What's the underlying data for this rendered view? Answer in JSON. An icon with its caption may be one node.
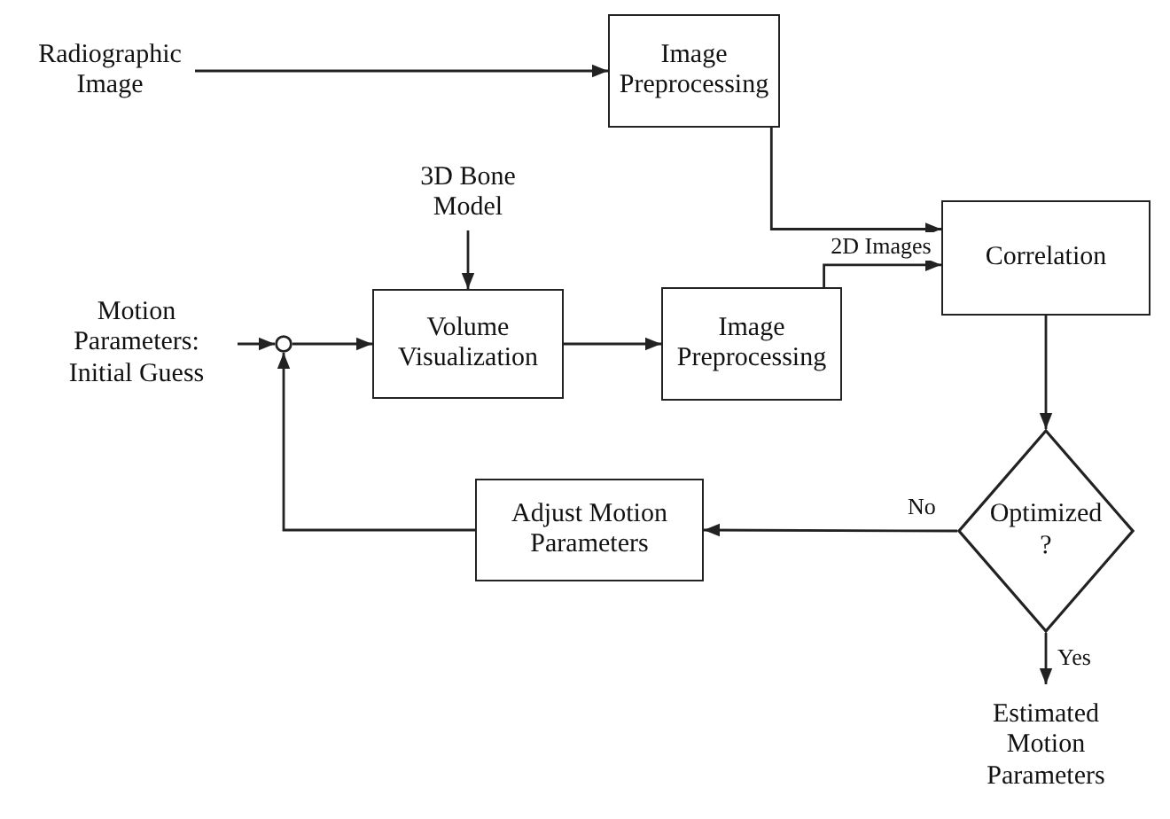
{
  "diagram": {
    "nodes": [
      {
        "text": [
          "Radiographic Image"
        ]
      },
      {
        "text": [
          "Image Preprocessing"
        ]
      },
      {
        "text": [
          "Correlation"
        ]
      },
      {
        "text": [
          "3D Bone Model"
        ]
      },
      {
        "text": [
          "Motion Parameters: Initial Guess"
        ]
      },
      {
        "text": [],
        "shape": "circle"
      },
      {
        "text": [
          "Volume Visualization"
        ]
      },
      {
        "text": [
          "Image Preprocessing"
        ]
      },
      {
        "text": [
          "Optimized ?"
        ]
      },
      {
        "text": [
          "Adjust Motion Parameters"
        ]
      },
      {
        "text": [
          "Estimated Motion Parameters"
        ]
      }
    ],
    "edges": [
      {
        "from": 0,
        "to": 1,
        "arrow": "to"
      },
      {
        "from": 1,
        "to": 2,
        "arrow": "to"
      },
      {
        "from": 7,
        "to": 2,
        "label": "2D Images",
        "arrow": "to"
      },
      {
        "from": 3,
        "to": 6,
        "arrow": "to"
      },
      {
        "from": 4,
        "to": 5,
        "arrow": "to"
      },
      {
        "from": 5,
        "to": 6,
        "arrow": "to"
      },
      {
        "from": 6,
        "to": 7,
        "arrow": "to"
      },
      {
        "from": 2,
        "to": 8,
        "arrow": "to"
      },
      {
        "from": 8,
        "to": 9,
        "label": "No",
        "arrow": "to"
      },
      {
        "from": 9,
        "to": 5,
        "arrow": "to"
      },
      {
        "from": 8,
        "to": 10,
        "label": "Yes",
        "arrow": "to"
      }
    ]
  }
}
